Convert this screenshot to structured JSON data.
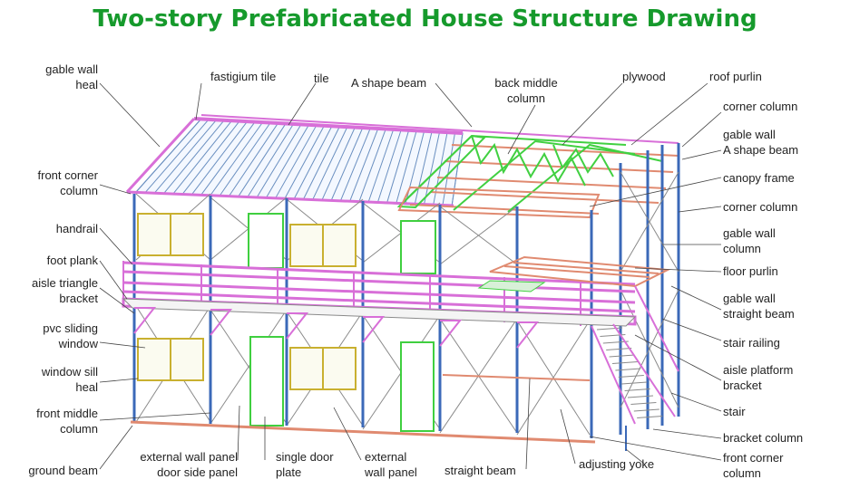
{
  "title": "Two-story Prefabricated House Structure Drawing",
  "colors": {
    "title": "#169a2c",
    "steel_blue": "#3b69b8",
    "roof_line": "#6a8fc0",
    "frame_magenta": "#d86fd8",
    "window_yellow": "#c9b030",
    "door_green": "#3fcf3f",
    "truss_green": "#41d041",
    "floor_orange": "#e08a70",
    "brace_gray": "#8a8a8a",
    "leader": "#444444"
  },
  "labels": {
    "gable_wall_heal": "gable wall\nheal",
    "fastigium_tile": "fastigium tile",
    "tile": "tile",
    "a_shape_beam": "A shape beam",
    "back_middle_column": "back middle\ncolumn",
    "plywood": "plywood",
    "roof_purlin": "roof purlin",
    "corner_column_top": "corner column",
    "gable_wall_a_shape_beam": "gable wall\nA shape beam",
    "canopy_frame": "canopy frame",
    "corner_column_mid": "corner column",
    "gable_wall_column": "gable wall\ncolumn",
    "floor_purlin": "floor purlin",
    "gable_wall_straight_beam": "gable wall\nstraight beam",
    "stair_railing": "stair railing",
    "aisle_platform_bracket": "aisle platform\nbracket",
    "stair": "stair",
    "bracket_column": "bracket column",
    "front_corner_column_right": "front corner\ncolumn",
    "front_corner_column_left": "front corner\ncolumn",
    "handrail": "handrail",
    "foot_plank": "foot plank",
    "aisle_triangle_bracket": "aisle triangle\nbracket",
    "pvc_sliding_window": "pvc sliding\nwindow",
    "window_sill_heal": "window sill\nheal",
    "front_middle_column": "front middle\ncolumn",
    "ground_beam": "ground beam",
    "external_wall_panel_door_side_panel": "external wall panel\ndoor side panel",
    "single_door_plate": "single door\nplate",
    "external_wall_panel": "external\nwall panel",
    "straight_beam": "straight beam",
    "adjusting_yoke": "adjusting yoke"
  }
}
